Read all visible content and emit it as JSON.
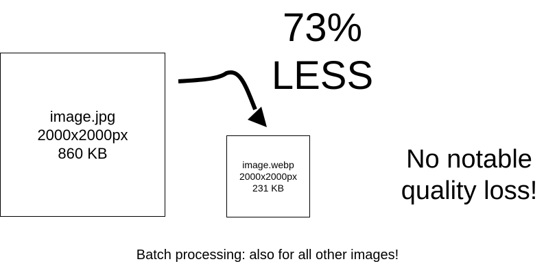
{
  "original": {
    "filename": "image.jpg",
    "dimensions": "2000x2000px",
    "size": "860 KB"
  },
  "converted": {
    "filename": "image.webp",
    "dimensions": "2000x2000px",
    "size": "231 KB"
  },
  "savings": {
    "percent": "73%",
    "label": "LESS"
  },
  "quality_note": {
    "line1": "No notable",
    "line2": "quality loss!"
  },
  "footer": "Batch processing: also for all other images!",
  "colors": {
    "stroke": "#000000",
    "background": "#ffffff"
  }
}
